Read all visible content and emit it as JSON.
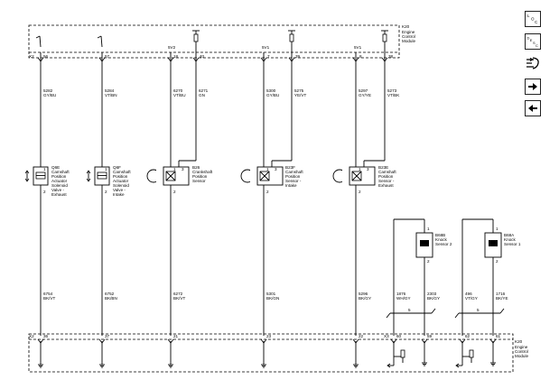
{
  "module_top": {
    "ref": "K20",
    "name": [
      "Engine",
      "Control",
      "Module"
    ],
    "connector": "X2"
  },
  "module_bottom": {
    "ref": "K20",
    "name": [
      "Engine",
      "Control",
      "Module"
    ],
    "connector_left": "X2",
    "connector_right": "X3"
  },
  "top_supply_labels": [
    "5V2",
    "5V1",
    "5V1"
  ],
  "columns": [
    {
      "pin_top": "56",
      "wire_top": [
        "5282",
        "GY/BU"
      ],
      "wire_bottom": [
        "6754",
        "BK/VT"
      ],
      "pin_bottom": "36"
    },
    {
      "pin_top": "57",
      "wire_top": [
        "5284",
        "VT/BN"
      ],
      "wire_bottom": [
        "6752",
        "BK/BN"
      ],
      "pin_bottom": "37"
    },
    {
      "pin_top": "18",
      "wire_top": [
        "6270",
        "VT/BU"
      ],
      "wire_bottom": [
        "6272",
        "BK/VT"
      ],
      "pin_bottom": "21"
    },
    {
      "pin_top": "40",
      "wire_top": [
        "6271",
        "GN"
      ]
    },
    {
      "pin_top": "7",
      "wire_top": [
        "5300",
        "GY/BU"
      ],
      "wire_bottom": [
        "5301",
        "BK/GN"
      ],
      "pin_bottom": "23"
    },
    {
      "pin_top": "39",
      "wire_top": [
        "5275",
        "YE/VT"
      ]
    },
    {
      "pin_top": "8",
      "wire_top": [
        "5297",
        "GY/YE"
      ],
      "wire_bottom": [
        "5296",
        "BK/GY"
      ],
      "pin_bottom": "22"
    },
    {
      "pin_top": "38",
      "wire_top": [
        "5273",
        "VT/BK"
      ]
    }
  ],
  "components": [
    {
      "ref": "Q6E",
      "name": [
        "Camshaft",
        "Position",
        "Actuator",
        "Solenoid",
        "Valve -",
        "Exhaust"
      ],
      "pins": [
        "1",
        "2"
      ]
    },
    {
      "ref": "Q6F",
      "name": [
        "Camshaft",
        "Position",
        "Actuator",
        "Solenoid",
        "Valve -",
        "Intake"
      ],
      "pins": [
        "1",
        "2"
      ]
    },
    {
      "ref": "B26",
      "name": [
        "Crankshaft",
        "Position",
        "Sensor"
      ],
      "pins": [
        "1",
        "3",
        "2"
      ]
    },
    {
      "ref": "B23F",
      "name": [
        "Camshaft",
        "Position",
        "Sensor -",
        "Intake"
      ],
      "pins": [
        "1",
        "3",
        "2"
      ]
    },
    {
      "ref": "B23E",
      "name": [
        "Camshaft",
        "Position",
        "Sensor -",
        "Exhaust"
      ],
      "pins": [
        "1",
        "3",
        "2"
      ]
    },
    {
      "ref": "B68B",
      "name": [
        "Knock",
        "Sensor 2"
      ],
      "pins": [
        "1",
        "2"
      ]
    },
    {
      "ref": "B68A",
      "name": [
        "Knock",
        "Sensor 1"
      ],
      "pins": [
        "1",
        "2"
      ]
    }
  ],
  "knock_wires": [
    {
      "wire": [
        "1876",
        "WH/GY"
      ],
      "pin": "60"
    },
    {
      "wire": [
        "2303",
        "BK/GY"
      ],
      "pin": "59"
    },
    {
      "wire": [
        "496",
        "VT/GY"
      ],
      "pin": "62"
    },
    {
      "wire": [
        "1716",
        "BK/YE"
      ],
      "pin": "61"
    }
  ],
  "twist_label": "5",
  "sidebar": [
    {
      "icon": "loc-icon",
      "text": [
        "L",
        "O",
        "C"
      ]
    },
    {
      "icon": "desc-icon",
      "text": [
        "D",
        "E",
        "S",
        "C"
      ]
    },
    {
      "icon": "connector-symbol-icon"
    },
    {
      "icon": "arrow-right-icon"
    },
    {
      "icon": "arrow-left-icon"
    }
  ]
}
